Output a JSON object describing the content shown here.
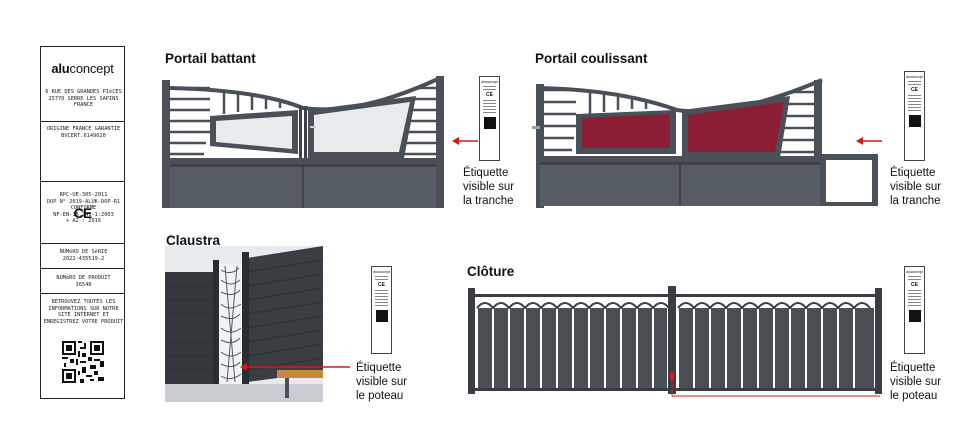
{
  "label": {
    "brand_prefix": "alu",
    "brand_suffix": "concept",
    "address": "6 RUE DES GRANDES PIèCES\n25770 SERRE LES SAPINS\nFRANCE",
    "origin": "ORIGINE FRANCE GARANTIE\nBVCERT.6149620",
    "ce_mark": "CE",
    "certifications": "RPC-UE-305-2011\nDOP N° 2019-ALUK-DOP-R1\nCONFORME\nNF-EN-13.241-1:2003\n+ A2 : 2016",
    "serial_label": "NUMéRO DE SéRIE",
    "serial_value": "2022-435519-2",
    "product_label": "NUMéRO DE PRODUIT",
    "product_value": "36548",
    "footer": "RETROUVEZ TOUTES LES\nINFORMATIONS SUR NOTRE\nSITE INTERNET ET\nENREGISTREZ VOTRE PRODUIT"
  },
  "small_tag_brand": "aluconcept",
  "sections": {
    "battant": {
      "title": "Portail battant",
      "caption": [
        "Étiquette",
        "visible sur",
        "la tranche"
      ]
    },
    "coulissant": {
      "title": "Portail coulissant",
      "caption": [
        "Étiquette",
        "visible sur",
        "la tranche"
      ]
    },
    "claustra": {
      "title": "Claustra",
      "caption": [
        "Étiquette",
        "visible sur",
        "le poteau"
      ]
    },
    "cloture": {
      "title": "Clôture",
      "caption": [
        "Étiquette",
        "visible sur",
        "le poteau"
      ]
    }
  },
  "colors": {
    "metal": "#4a5058",
    "panel_battant": "#e9ecee",
    "panel_coulissant": "#8b1d34",
    "arrow": "#d41a1a",
    "wood": "#c8893f"
  }
}
